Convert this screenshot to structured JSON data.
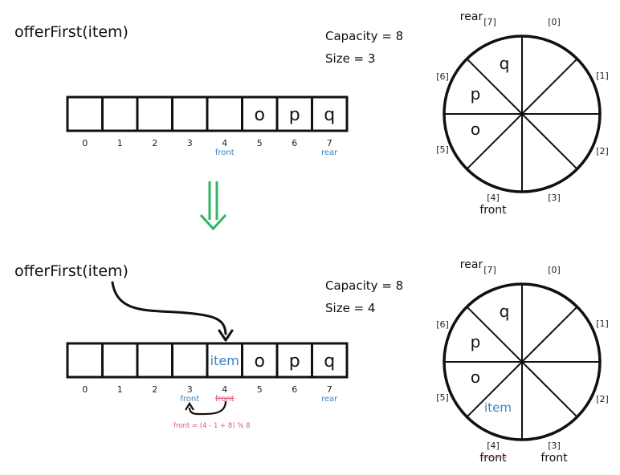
{
  "colors": {
    "blue": "#3b82c4",
    "red": "#e05a73",
    "green": "#2fb564",
    "ink": "#111111"
  },
  "top": {
    "title": "offerFirst(item)",
    "capacity": "Capacity = 8",
    "size": "Size = 3",
    "cells": [
      "",
      "",
      "",
      "",
      "",
      "o",
      "p",
      "q"
    ],
    "indices": [
      "0",
      "1",
      "2",
      "3",
      "4",
      "5",
      "6",
      "7"
    ],
    "pointers": [
      {
        "label": "front",
        "index": 4,
        "color": "blue",
        "struck": false
      },
      {
        "label": "rear",
        "index": 7,
        "color": "blue",
        "struck": false
      }
    ],
    "circle": {
      "slot_labels": [
        "[0]",
        "[1]",
        "[2]",
        "[3]",
        "[4]",
        "[5]",
        "[6]",
        "[7]"
      ],
      "values": [
        "",
        "",
        "",
        "",
        "",
        "o",
        "p",
        "q"
      ],
      "rear_label": "rear",
      "front_labels": [
        {
          "text": "front",
          "slot": 4,
          "color": "ink",
          "struck": false
        }
      ]
    }
  },
  "transition_icon": "double-down-arrow-icon",
  "bottom": {
    "title": "offerFirst(item)",
    "capacity": "Capacity = 8",
    "size": "Size = 4",
    "cells": [
      "",
      "",
      "",
      "",
      "item",
      "o",
      "p",
      "q"
    ],
    "highlight_cell": 4,
    "indices": [
      "0",
      "1",
      "2",
      "3",
      "4",
      "5",
      "6",
      "7"
    ],
    "pointers": [
      {
        "label": "front",
        "index": 3,
        "color": "blue",
        "struck": false
      },
      {
        "label": "front",
        "index": 4,
        "color": "red",
        "struck": true
      },
      {
        "label": "rear",
        "index": 7,
        "color": "blue",
        "struck": false
      }
    ],
    "formula": "front = (4 - 1 + 8) % 8",
    "circle": {
      "slot_labels": [
        "[0]",
        "[1]",
        "[2]",
        "[3]",
        "[4]",
        "[5]",
        "[6]",
        "[7]"
      ],
      "values": [
        "",
        "",
        "",
        "",
        "item",
        "o",
        "p",
        "q"
      ],
      "highlight_slot": 4,
      "rear_label": "rear",
      "front_labels": [
        {
          "text": "front",
          "slot": 4,
          "color": "red",
          "struck": true
        },
        {
          "text": "front",
          "slot": 3,
          "color": "blue",
          "struck": false
        }
      ]
    }
  }
}
